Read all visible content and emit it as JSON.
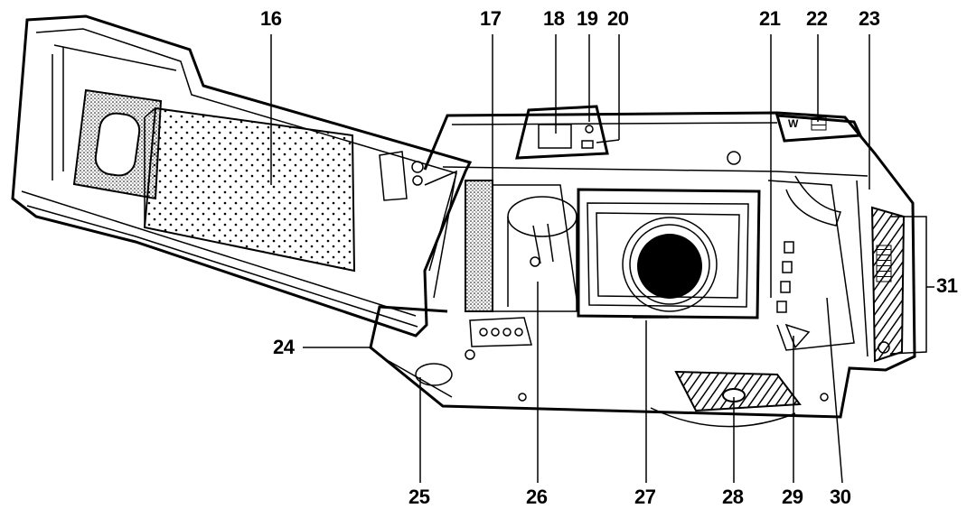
{
  "callouts": {
    "c16": "16",
    "c17": "17",
    "c18": "18",
    "c19": "19",
    "c20": "20",
    "c21": "21",
    "c22": "22",
    "c23": "23",
    "c24": "24",
    "c25": "25",
    "c26": "26",
    "c27": "27",
    "c28": "28",
    "c29": "29",
    "c30": "30",
    "c31": "31"
  },
  "camera_markings": {
    "zoom_wide": "W"
  },
  "colors": {
    "ink": "#000000",
    "paper": "#ffffff",
    "shade": "#d9d9d9"
  }
}
